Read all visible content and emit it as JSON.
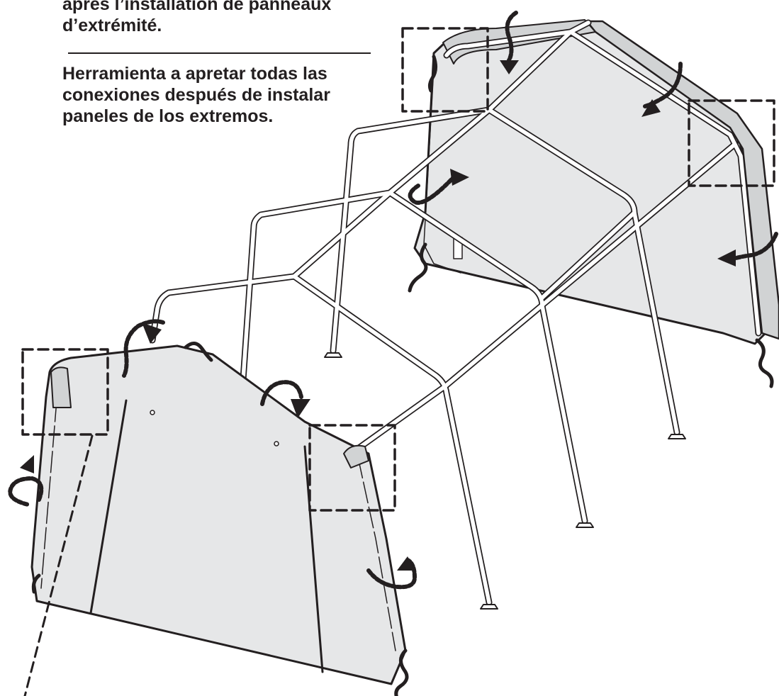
{
  "instructions": {
    "french": "après l’installation de panneaux\nd’extrémité.",
    "spanish": "Herramienta a apretar todas las\nconexiones después de instalar\npaneles de los extremos."
  },
  "colors": {
    "ink": "#231f20",
    "panel_fill": "#e6e7e8",
    "side_panel_fill": "#d1d3d4",
    "frame_fill": "#ffffff"
  },
  "icons": {
    "tighten_arrow": "curved-rotation-arrow",
    "callout": "dashed-detail-box",
    "bungee": "bungee-cord-hook"
  }
}
